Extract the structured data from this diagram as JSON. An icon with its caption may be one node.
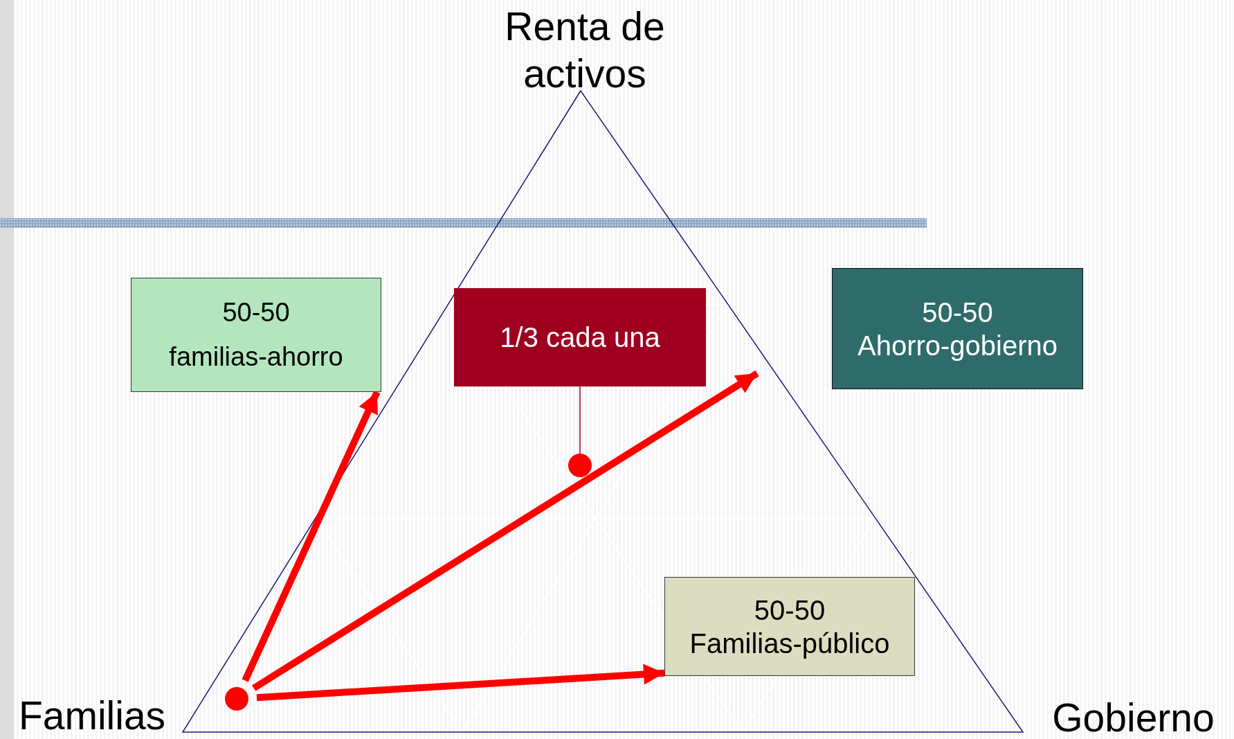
{
  "diagram": {
    "nodes": [
      {
        "text": [
          "Renta de activos"
        ]
      },
      {
        "text": [
          "Familias"
        ]
      },
      {
        "text": [
          "Gobierno"
        ]
      },
      {
        "text": [
          "50-50",
          "familias-ahorro"
        ]
      },
      {
        "text": [
          "1/3 cada una"
        ]
      },
      {
        "text": [
          "50-50",
          "Ahorro-gobierno"
        ]
      },
      {
        "text": [
          "50-50",
          "Familias-público"
        ]
      },
      {
        "text": [],
        "shape": "circle"
      },
      {
        "text": [],
        "shape": "circle"
      }
    ],
    "edges": [
      {
        "from": 7,
        "to": 3,
        "arrow": "to"
      },
      {
        "from": 7,
        "to": null,
        "arrow": "to"
      },
      {
        "from": 7,
        "to": 6,
        "arrow": "to"
      },
      {
        "from": 4,
        "to": 8,
        "arrow": "none",
        "color": "#a00020"
      }
    ]
  }
}
